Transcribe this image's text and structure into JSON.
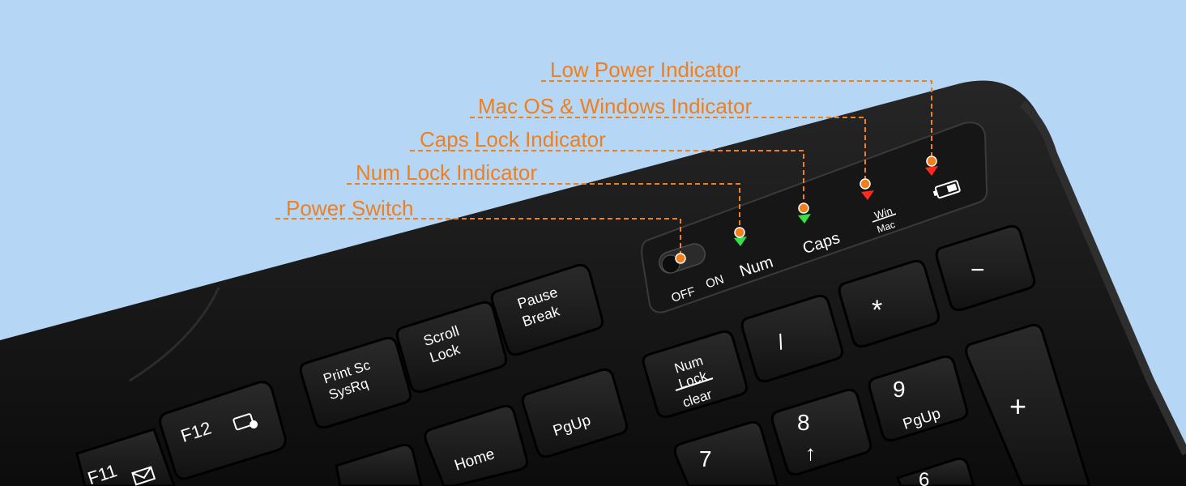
{
  "colors": {
    "background": "#b5d6f5",
    "callout_orange": "#f07f1c",
    "keyboard_body": "#141414",
    "keycap": "#1c1c1c",
    "led_green": "#35e04a",
    "led_red": "#ff2a1a"
  },
  "callouts": {
    "low_power": "Low Power Indicator",
    "os_mode": "Mac OS & Windows Indicator",
    "caps_lock": "Caps Lock Indicator",
    "num_lock": "Num Lock Indicator",
    "power_switch": "Power Switch"
  },
  "panel": {
    "off": "OFF",
    "on": "ON",
    "num": "Num",
    "caps": "Caps",
    "win": "Win",
    "mac": "Mac",
    "battery_icon": "battery-icon"
  },
  "keys": {
    "f11": "F11",
    "f12": "F12",
    "print_sc": "Print Sc",
    "sysrq": "SysRq",
    "scroll": "Scroll",
    "lock": "Lock",
    "pause": "Pause",
    "break": "Break",
    "home": "Home",
    "pgup": "PgUp",
    "numlock_num": "Num",
    "numlock_lock": "Lock",
    "numlock_clear": "clear",
    "slash": "/",
    "asterisk": "*",
    "minus": "−",
    "nine": "9",
    "nine_sub": "PgUp",
    "eight": "8",
    "eight_sub": "↑",
    "seven": "7",
    "six": "6",
    "plus": "+",
    "f11_icon": "mail-icon",
    "f12_icon": "media-icon"
  }
}
